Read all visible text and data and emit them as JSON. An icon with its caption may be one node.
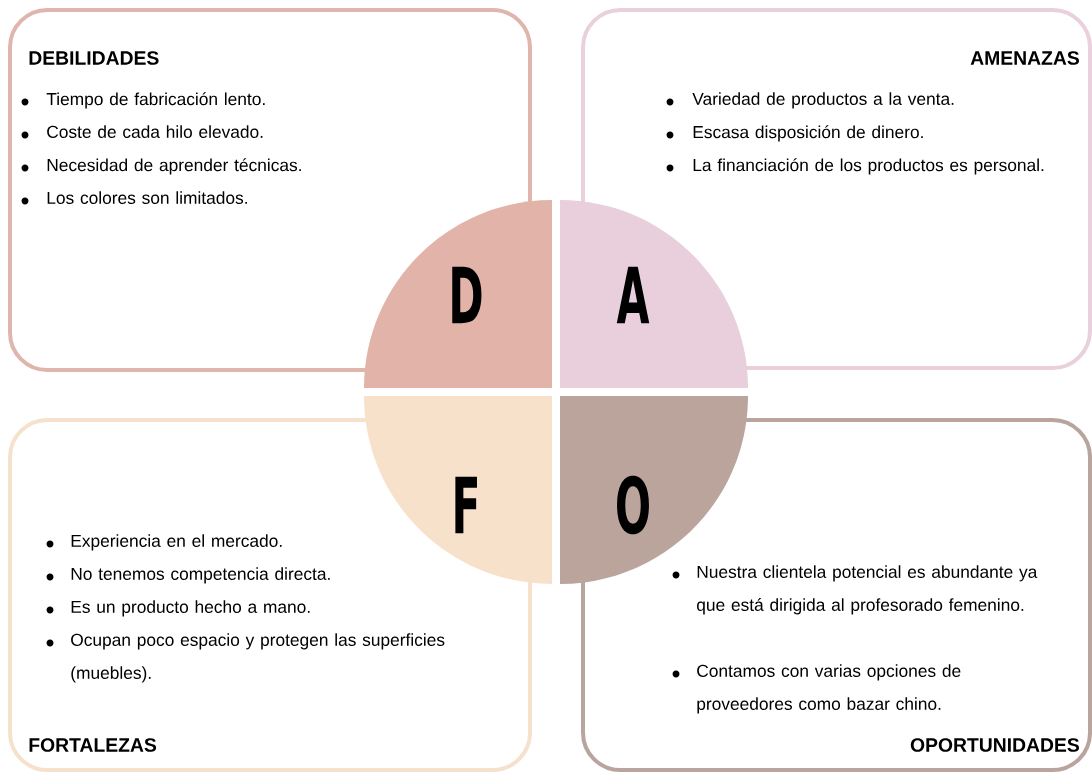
{
  "diagram": {
    "nodes": [
      {
        "text": [
          "DEBILIDADES",
          "Tiempo de fabricación lento.",
          "Coste de cada hilo elevado.",
          "Necesidad de aprender técnicas.",
          "Los colores son limitados."
        ]
      },
      {
        "text": [
          "AMENAZAS",
          "Variedad de productos a la venta.",
          "Escasa disposición de dinero.",
          "La financiación de los productos es personal."
        ]
      },
      {
        "text": [
          "Experiencia en el mercado.",
          "No tenemos competencia directa.",
          "Es un producto hecho a mano.",
          "Ocupan poco espacio y protegen las superficies (muebles).",
          "FORTALEZAS"
        ]
      },
      {
        "text": [
          "Nuestra clientela potencial es abundante ya que está dirigida al profesorado femenino.",
          "Contamos con varias opciones de proveedores como bazar chino.",
          "OPORTUNIDADES"
        ]
      },
      {
        "text": [
          "D"
        ]
      },
      {
        "text": [
          "A"
        ]
      },
      {
        "text": [
          "F"
        ]
      },
      {
        "text": [
          "O"
        ]
      }
    ]
  }
}
